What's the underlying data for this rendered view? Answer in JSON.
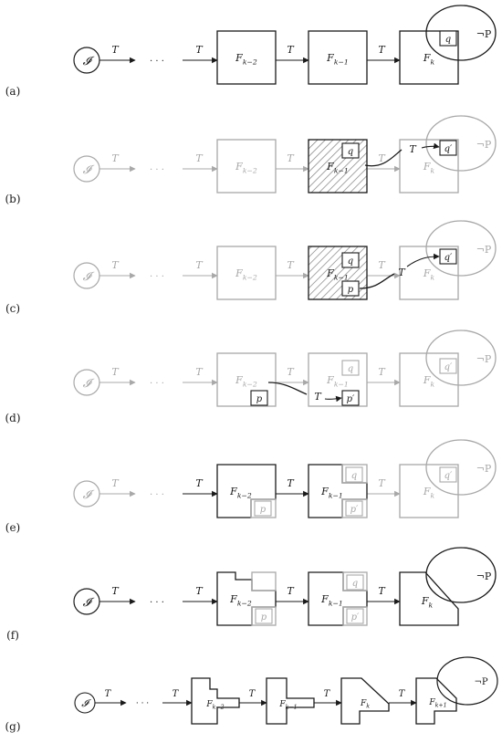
{
  "panels": [
    {
      "label": "(a)"
    },
    {
      "label": "(b)"
    },
    {
      "label": "(c)"
    },
    {
      "label": "(d)"
    },
    {
      "label": "(e)"
    },
    {
      "label": "(f)"
    },
    {
      "label": "(g)"
    }
  ],
  "symbols": {
    "initial": "𝓘",
    "transition": "T",
    "dots": "· · ·",
    "frame_k_minus_2": "F",
    "sub_k_minus_2": "k−2",
    "frame_k_minus_1": "F",
    "sub_k_minus_1": "k−1",
    "frame_k": "F",
    "sub_k": "k",
    "frame_k_plus_1": "F",
    "sub_k_plus_1": "k+1",
    "bad": "¬P",
    "q": "q",
    "q_prime": "q′",
    "p": "p",
    "p_prime": "p′"
  },
  "colors": {
    "active": "#1a1a1a",
    "faded": "#a8a8a8",
    "hatch": "#777777",
    "background": "#ffffff"
  }
}
